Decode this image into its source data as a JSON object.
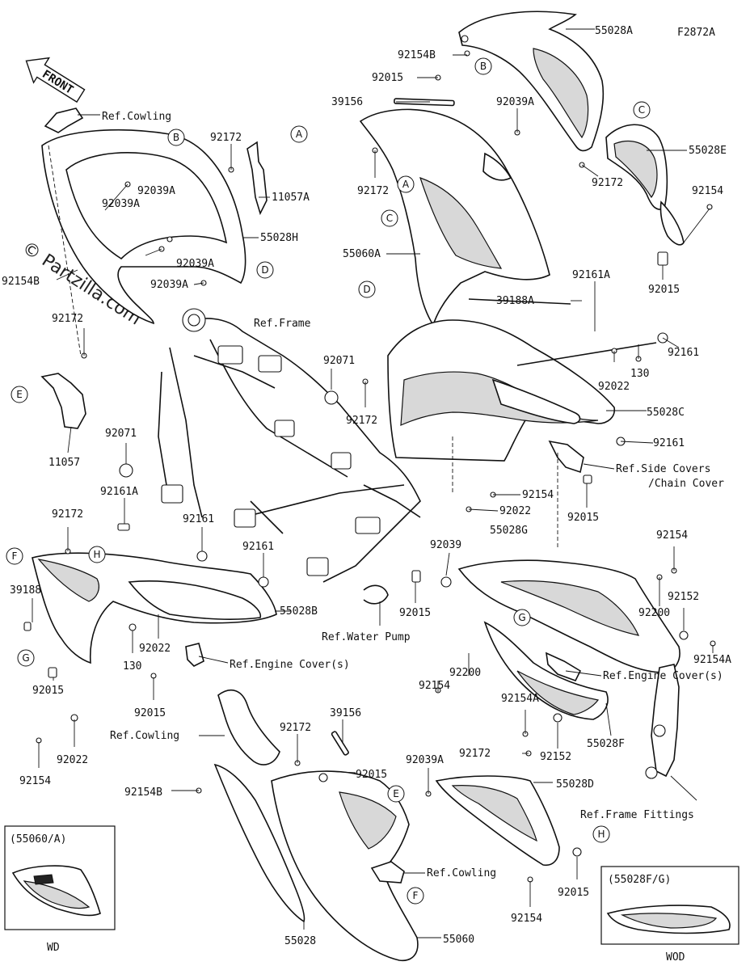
{
  "figure_code": "F2872A",
  "front_label": "FRONT",
  "watermark": "© Partzilla.com",
  "callout_letters": [
    "A",
    "B",
    "C",
    "D",
    "E",
    "F",
    "G",
    "H"
  ],
  "labels": {
    "p55028A": "55028A",
    "p92154B_top": "92154B",
    "p92015_top": "92015",
    "p39156_top": "39156",
    "p92039A_top": "92039A",
    "p92172_a": "92172",
    "p55028E": "55028E",
    "p92172_b": "92172",
    "p92154_right": "92154",
    "p92015_right": "92015",
    "p55060A": "55060A",
    "p92161A_top": "92161A",
    "p39188A": "39188A",
    "p92161_r": "92161",
    "p130_r": "130",
    "p92022_r": "92022",
    "p55028C": "55028C",
    "p92161_r2": "92161",
    "ref_side_covers_1": "Ref.Side Covers",
    "ref_side_covers_2": "/Chain Cover",
    "p92071_mid": "92071",
    "p92172_mid": "92172",
    "ref_frame": "Ref.Frame",
    "p92154_mid": "92154",
    "p92022_mid": "92022",
    "p92015_mid": "92015",
    "ref_cowling_top": "Ref.Cowling",
    "p92172_left": "92172",
    "p11057A": "11057A",
    "p92039A_l1": "92039A",
    "p92039A_l2": "92039A",
    "p55028H": "55028H",
    "p92039A_l3": "92039A",
    "p92039A_l4": "92039A",
    "p92154B_left": "92154B",
    "p92172_left2": "92172",
    "p11057": "11057",
    "p92071_left": "92071",
    "p92161A_left": "92161A",
    "p92161_left": "92161",
    "p92172_left3": "92172",
    "p39188": "39188",
    "p92161_left2": "92161",
    "p55028B": "55028B",
    "p92039_mid": "92039",
    "p92022_left": "92022",
    "p130_left": "130",
    "ref_water_pump": "Ref.Water Pump",
    "p92015_left": "92015",
    "ref_engine_cover_left": "Ref.Engine Cover(s)",
    "p92015_left2": "92015",
    "p92022_left2": "92022",
    "p92154_left": "92154",
    "p55028G": "55028G",
    "p92154_r3": "92154",
    "p92200_r": "92200",
    "p92152_r": "92152",
    "p92154A_r": "92154A",
    "p92200_mid": "92200",
    "p92154_mid2": "92154",
    "ref_engine_cover_right": "Ref.Engine Cover(s)",
    "p92154A_mid": "92154A",
    "p92152_mid": "92152",
    "p55028F": "55028F",
    "ref_cowling_bottom": "Ref.Cowling",
    "p92172_bot": "92172",
    "p39156_bot": "39156",
    "p92015_bot": "92015",
    "p92154B_bot": "92154B",
    "p92039A_bot": "92039A",
    "p92172_bot2": "92172",
    "p55028D": "55028D",
    "ref_frame_fittings": "Ref.Frame Fittings",
    "ref_cowling_bottom2": "Ref.Cowling",
    "p92015_bot2": "92015",
    "p92154_bot": "92154",
    "p55028_bot": "55028",
    "p55060_bot": "55060",
    "inset_left_title": "(55060/A)",
    "inset_left_code": "WD",
    "inset_right_title": "(55028F/G)",
    "inset_right_code": "WOD"
  },
  "colors": {
    "line": "#111111",
    "shade": "#d8d8d8",
    "background": "#ffffff"
  }
}
